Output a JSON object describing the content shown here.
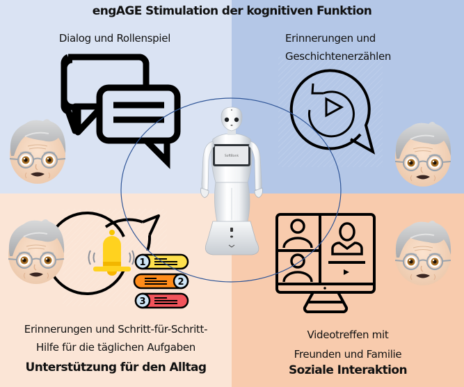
{
  "title": "engAGE Stimulation der kognitiven Funktion",
  "colors": {
    "top_left_bg": "#dae3f3",
    "top_right_bg": "#b4c7e7",
    "bottom_left_bg": "#fbe5d6",
    "bottom_right_bg": "#f8cbad",
    "ellipse_stroke": "#2f5597",
    "icon_stroke": "#000000",
    "bell": "#ffcc00",
    "step1": "#ffe14d",
    "step2": "#ff8c1a",
    "step3": "#f2545b",
    "step_circle": "#cfe6f7"
  },
  "center": {
    "robot": "Pepper humanoid robot",
    "robot_screen_label": "SoftBank"
  },
  "quadrants": {
    "top_left": {
      "caption": "Dialog und Rollenspiel",
      "icon": "chat-bubbles-icon",
      "person": "older-person-emoji"
    },
    "top_right": {
      "caption_lines": [
        "Erinnerungen  und",
        "Geschichtenerzählen"
      ],
      "icon": "replay-bubble-icon",
      "person": "older-person-emoji"
    },
    "bottom_left": {
      "caption_lines": [
        "Erinnerungen  und Schritt-für-Schritt-",
        "Hilfe für die täglichen Aufgaben"
      ],
      "title": "Unterstützung für den Alltag",
      "icon": "bell-checklist-icon",
      "steps": [
        "1",
        "2",
        "3"
      ],
      "person": "older-person-emoji"
    },
    "bottom_right": {
      "caption_lines": [
        "Videotreffen  mit",
        "Freunden  und Familie"
      ],
      "title": "Soziale Interaktion",
      "icon": "video-call-monitor-icon",
      "person": "older-person-emoji"
    }
  }
}
